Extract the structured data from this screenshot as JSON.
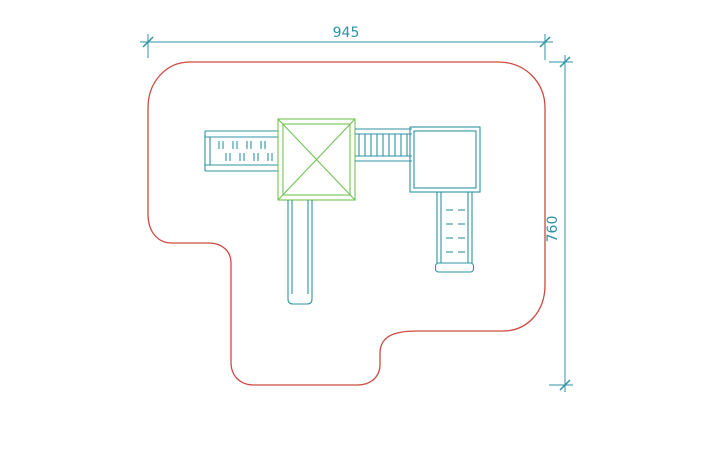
{
  "drawing": {
    "type": "plan-view-technical-drawing",
    "subject": "playground-structure-top-view-with-safety-zone",
    "width_dimension": {
      "label": "945"
    },
    "height_dimension": {
      "label": "760"
    }
  },
  "colors": {
    "boundary": "#cd4a42",
    "equipment": "#2d93a3",
    "platform": "#72c455",
    "dimension": "#2d93a3",
    "background": "#ffffff"
  }
}
